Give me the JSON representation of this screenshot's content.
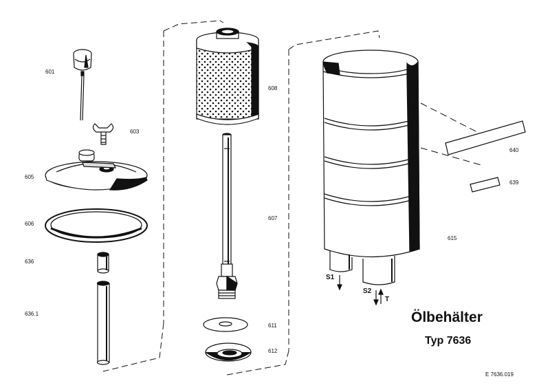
{
  "title": "Ölbehälter",
  "subtitle": "Typ 7636",
  "drawing_number": "E  7636.019",
  "part_labels": {
    "p601": "601",
    "p603": "603",
    "p605": "605",
    "p606": "606",
    "p636": "636",
    "p636_1": "636.1",
    "p608": "608",
    "p607": "607",
    "p611": "611",
    "p612": "612",
    "p615": "615",
    "p640": "640",
    "p639": "639"
  },
  "flow_labels": {
    "s1": "S1",
    "s2": "S2",
    "t": "T"
  },
  "colors": {
    "ink": "#111111",
    "paper": "#ffffff"
  }
}
